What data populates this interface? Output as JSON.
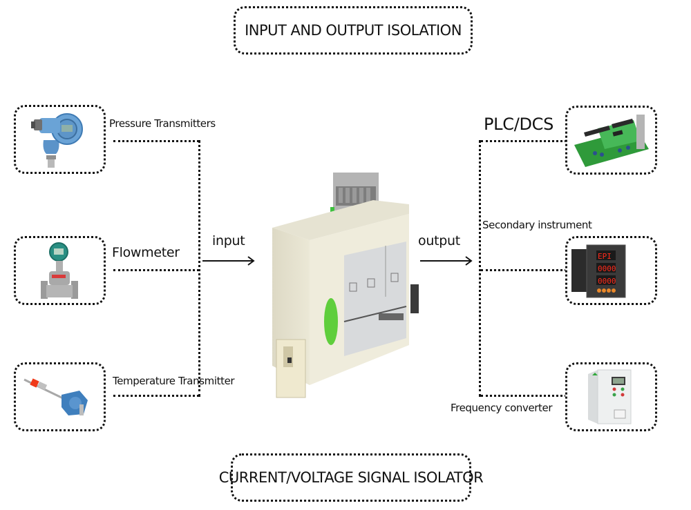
{
  "diagram": {
    "top_title": "INPUT AND OUTPUT ISOLATION",
    "bottom_title": "CURRENT/VOLTAGE SIGNAL ISOLATOR",
    "center_device": "signal-isolator",
    "input_label": "input",
    "output_label": "output",
    "inputs": [
      {
        "label": "Pressure Transmitters",
        "icon": "pressure-transmitter-icon"
      },
      {
        "label": "Flowmeter",
        "icon": "flowmeter-icon"
      },
      {
        "label": "Temperature Transmitter",
        "icon": "temperature-transmitter-icon"
      }
    ],
    "outputs": [
      {
        "label": "PLC/DCS",
        "icon": "plc-board-icon"
      },
      {
        "label": "Secondary instrument",
        "icon": "panel-meter-icon"
      },
      {
        "label": "Frequency converter",
        "icon": "frequency-converter-icon"
      }
    ],
    "meter_display": [
      "EPI",
      "0000",
      "0000"
    ],
    "colors": {
      "line": "#111111",
      "device_body": "#ece9d8",
      "terminal": "#a8a8a8",
      "green_label": "#5fce3c",
      "meter_red": "#ff2a1a"
    }
  }
}
